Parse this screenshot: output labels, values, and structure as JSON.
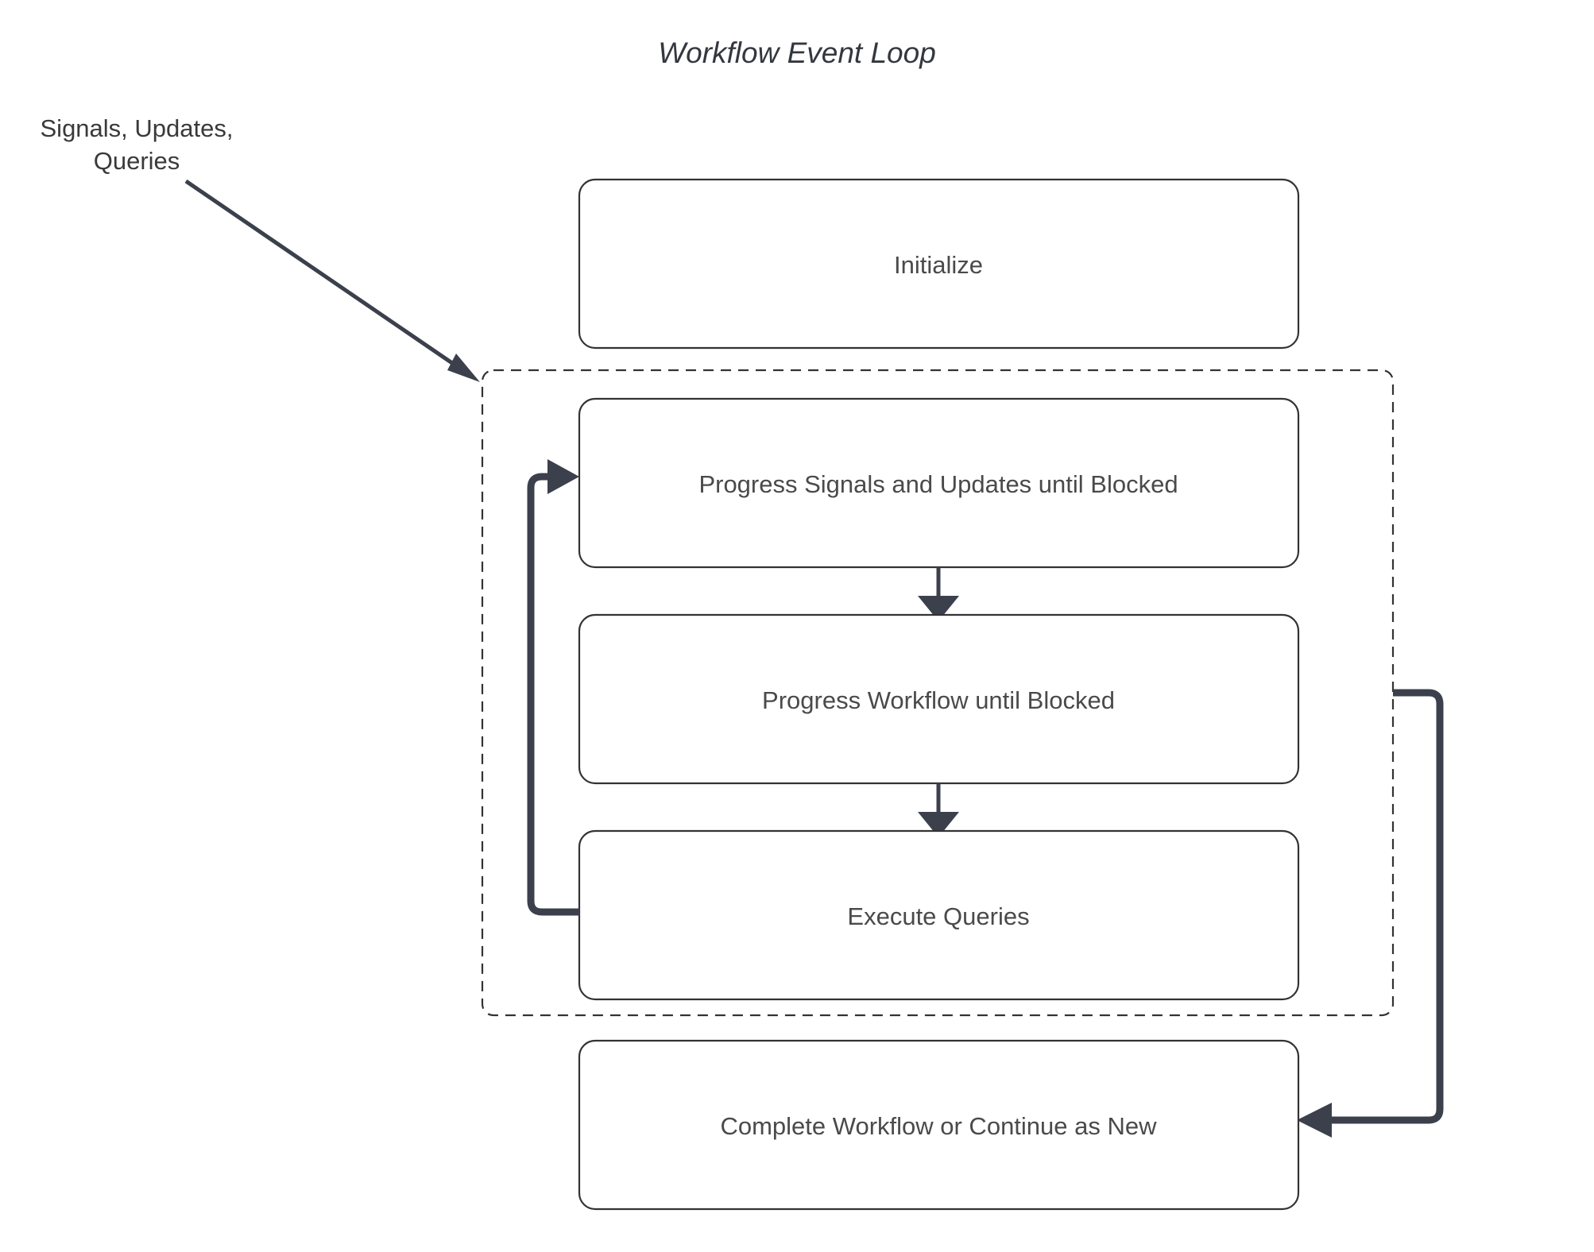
{
  "diagram": {
    "title": "Workflow Event Loop",
    "external_labels": [
      {
        "line1": "Signals, Updates,",
        "line2": "Queries"
      }
    ],
    "nodes": [
      {
        "id": "initialize",
        "label": "Initialize"
      },
      {
        "id": "progress-signals",
        "label": "Progress Signals and Updates until Blocked"
      },
      {
        "id": "progress-workflow",
        "label": "Progress Workflow until Blocked"
      },
      {
        "id": "execute-queries",
        "label": "Execute Queries"
      },
      {
        "id": "complete-workflow",
        "label": "Complete Workflow or Continue as New"
      }
    ],
    "group": {
      "id": "event-loop-group",
      "label": ""
    },
    "colors": {
      "background": "#ffffff",
      "box_stroke": "#333333",
      "box_fill": "#ffffff",
      "text": "#4a4a4a",
      "title_text": "#33373f",
      "edge": "#3b404c"
    }
  }
}
